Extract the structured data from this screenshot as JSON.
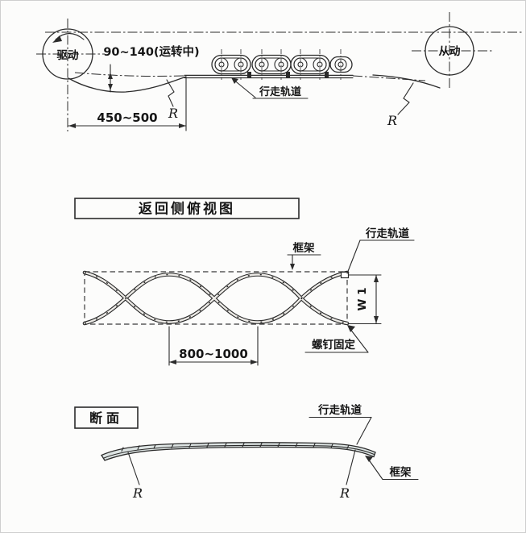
{
  "page": {
    "background": "#fcfcfb",
    "line_color": "#2b2b2b",
    "strip_fill": "#dde4e3"
  },
  "top_view": {
    "drive_label": "驱动",
    "driven_label": "从动",
    "sag_dimension": "90~140(运转中)",
    "distance_dimension": "450~500",
    "track_label": "行走轨道",
    "radius_left": "R",
    "radius_right": "R"
  },
  "return_view": {
    "title": "返回侧俯视图",
    "frame_label": "框架",
    "track_label": "行走轨道",
    "width_dimension": "W 1",
    "pitch_dimension": "800~1000",
    "screw_label": "螺钉固定"
  },
  "section_view": {
    "title": "断面",
    "track_label": "行走轨道",
    "frame_label": "框架",
    "radius_left": "R",
    "radius_right": "R"
  }
}
